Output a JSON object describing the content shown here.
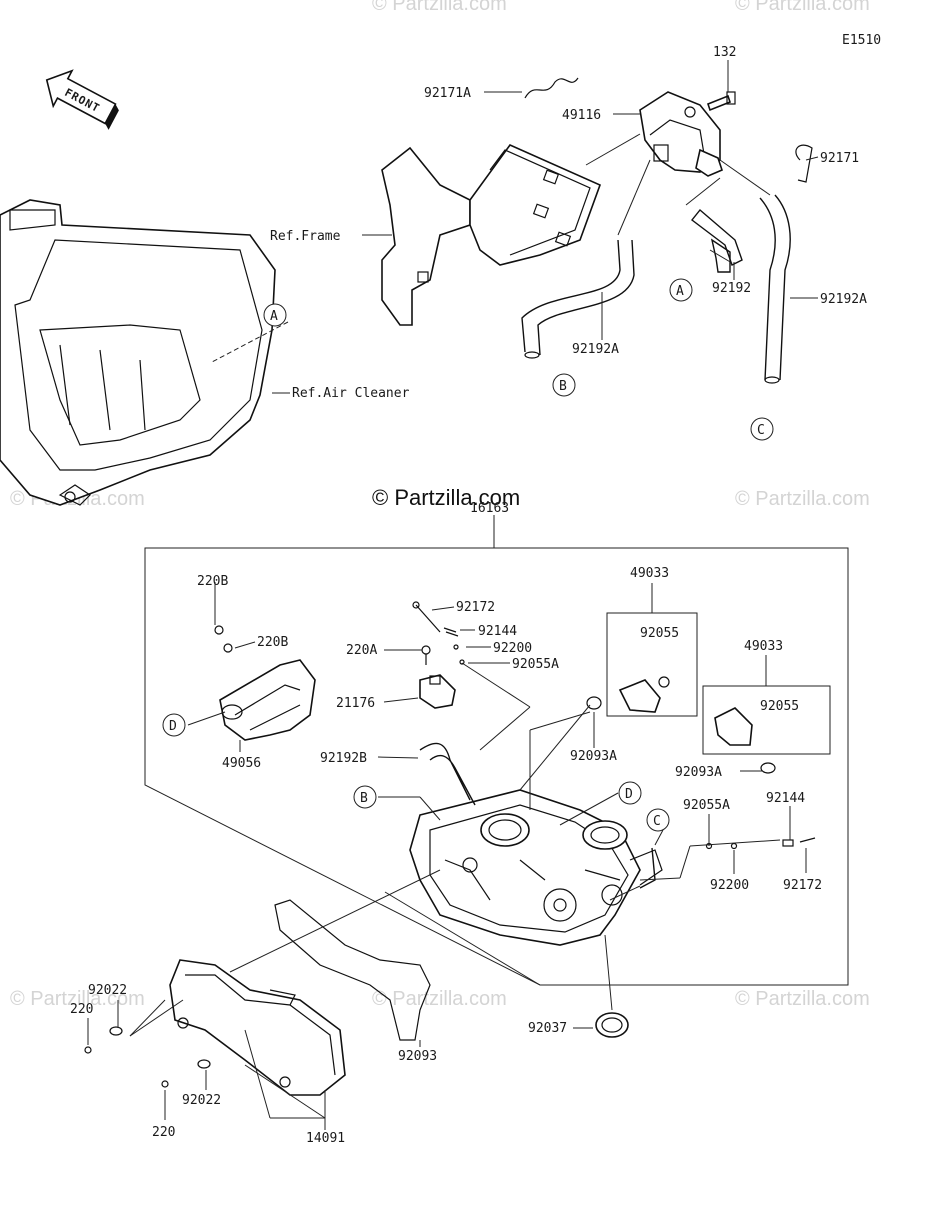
{
  "diagram_code": "E1510",
  "copyright": "© Partzilla.com",
  "watermark": "© Partzilla.com",
  "front_label": "FRONT",
  "refs": {
    "frame": "Ref.Frame",
    "air_cleaner": "Ref.Air Cleaner"
  },
  "callouts": [
    "A",
    "B",
    "C",
    "D"
  ],
  "parts": {
    "p132": "132",
    "p92171A": "92171A",
    "p49116": "49116",
    "p92171": "92171",
    "p92192": "92192",
    "p92192A_1": "92192A",
    "p92192A_2": "92192A",
    "p16163": "16163",
    "p220B_1": "220B",
    "p220B_2": "220B",
    "p49056": "49056",
    "p92172_1": "92172",
    "p92144_1": "92144",
    "p92200_1": "92200",
    "p92055A_1": "92055A",
    "p220A": "220A",
    "p21176": "21176",
    "p92192B": "92192B",
    "p49033_1": "49033",
    "p92055_1": "92055",
    "p92093A_1": "92093A",
    "p49033_2": "49033",
    "p92055_2": "92055",
    "p92093A_2": "92093A",
    "p92055A_2": "92055A",
    "p92144_2": "92144",
    "p92200_2": "92200",
    "p92172_2": "92172",
    "p92022_1": "92022",
    "p220_1": "220",
    "p92022_2": "92022",
    "p220_2": "220",
    "p14091": "14091",
    "p92093": "92093",
    "p92037": "92037"
  }
}
